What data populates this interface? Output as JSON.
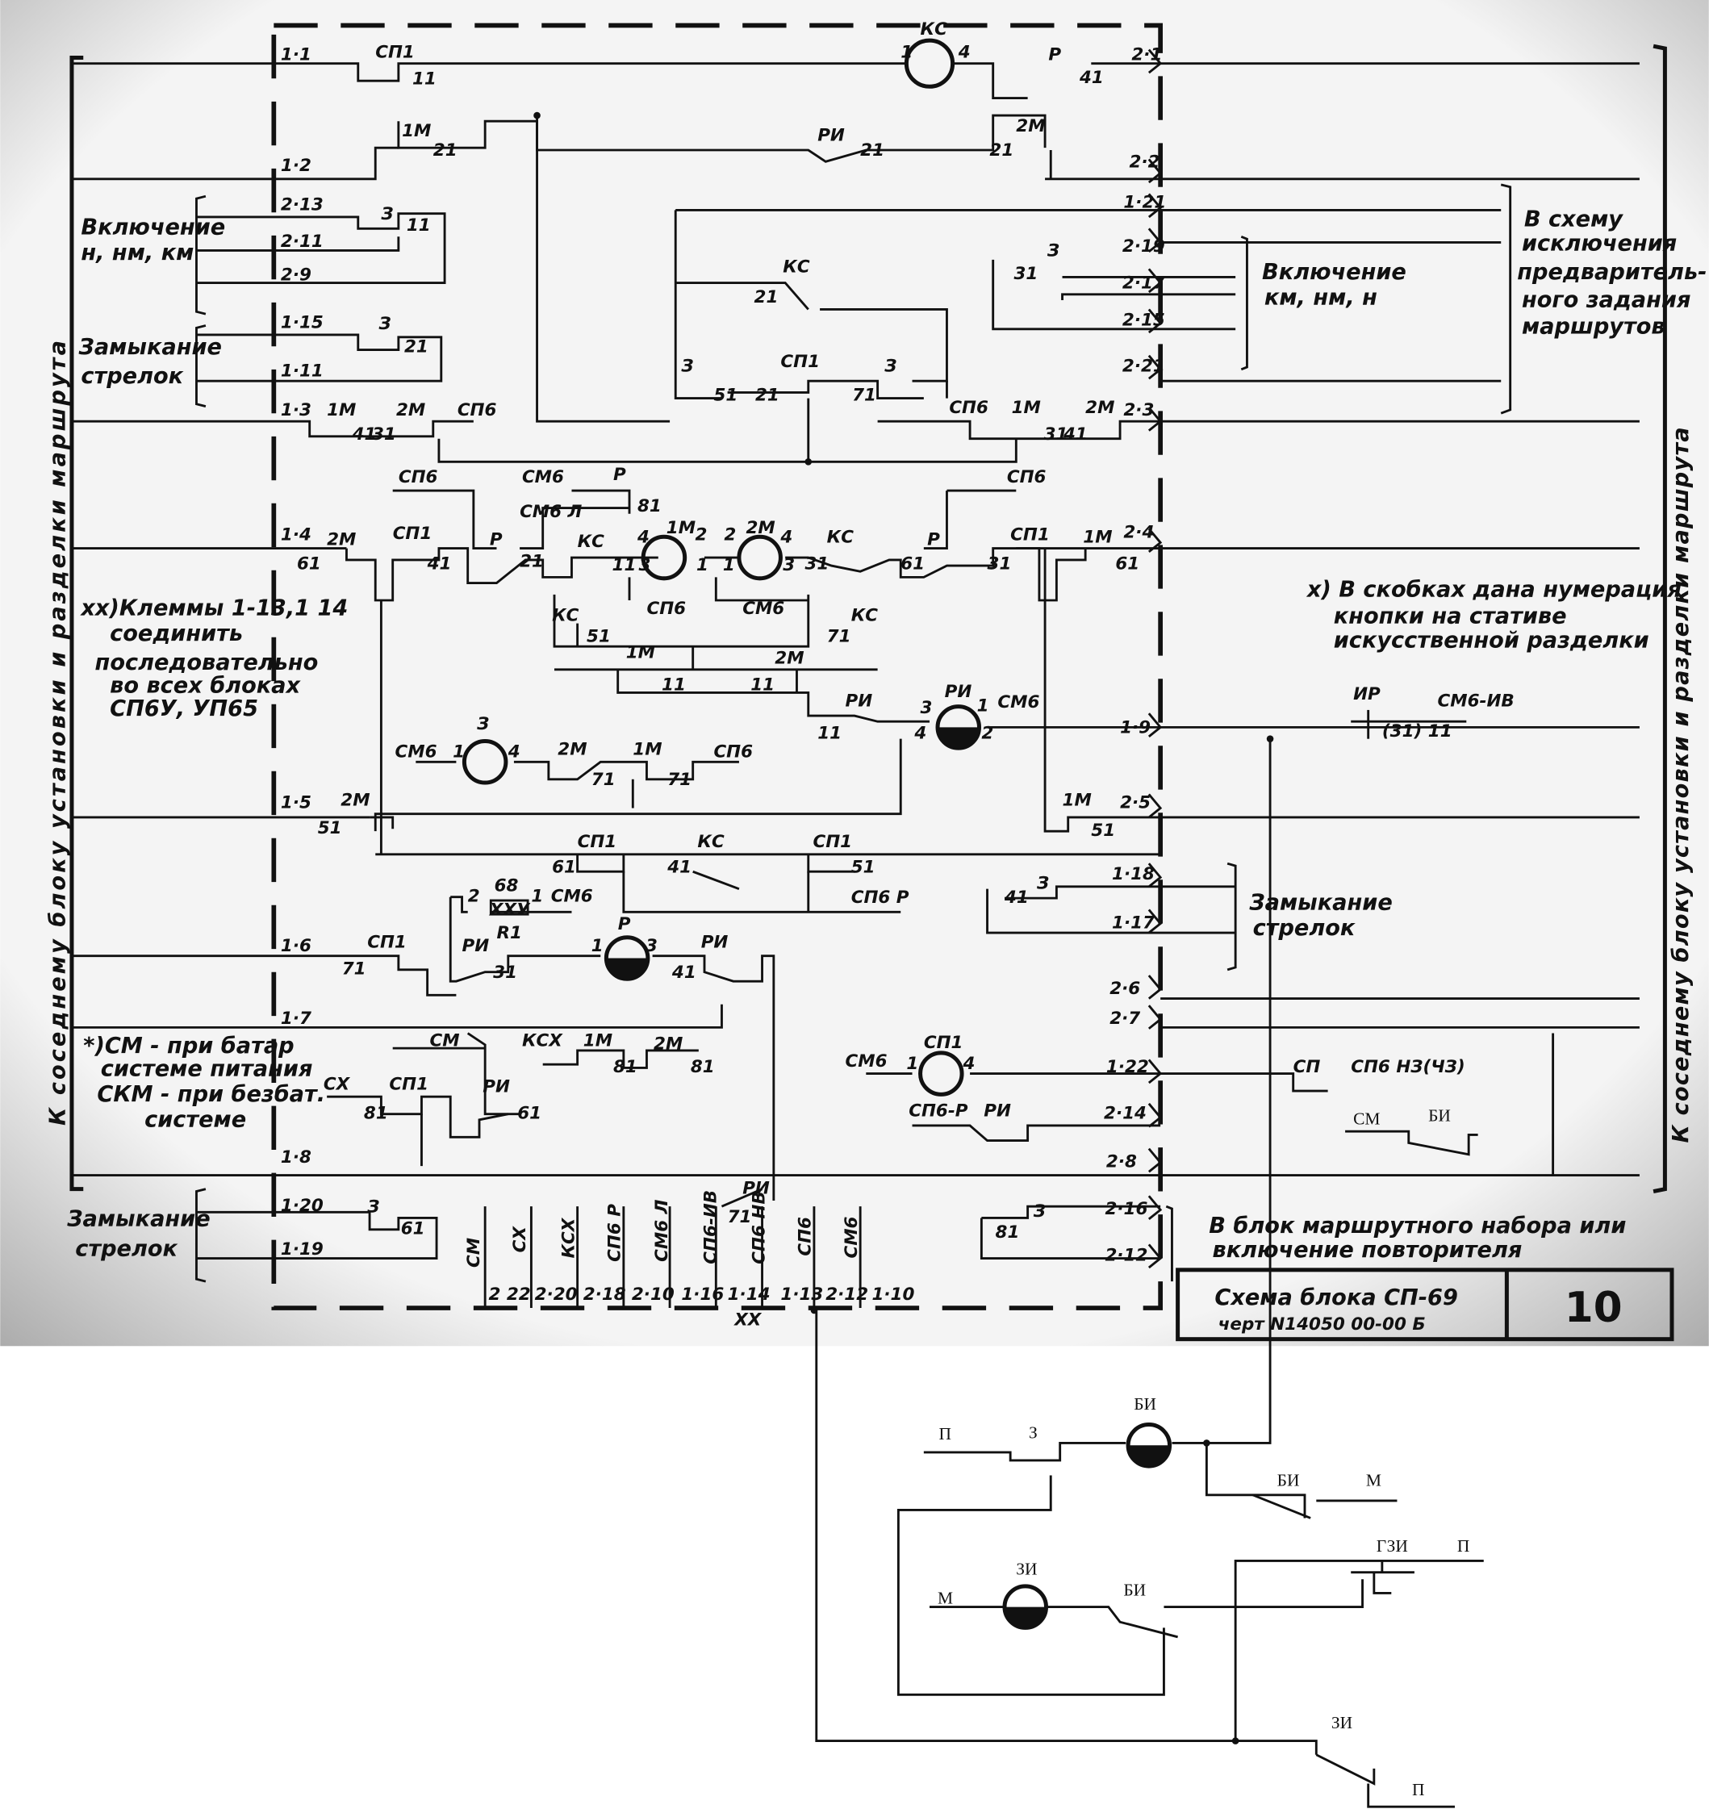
{
  "title_block": {
    "title": "Схема блока СП-69",
    "drawing_number": "черт N14050 00-00 Б",
    "sheet_number": "10"
  },
  "side_captions": {
    "left": "К соседнему блоку установки и разделки маршрута",
    "right": "К соседнему блоку установки и разделки маршрута"
  },
  "notes": {
    "clamps": [
      "xx)Клеммы 1-13,1 14",
      "соединить",
      "последовательно",
      "во всех блоках",
      "СП6У, УП65"
    ],
    "power": [
      "*)СМ - при батар",
      "системе питания",
      "СКМ - при безбат.",
      "системе"
    ],
    "brackets": [
      "х) В скобках дана нумерация",
      "кнопки на стативе",
      "искусственной разделки"
    ],
    "route_exclusion": [
      "В схему",
      "исключения",
      "предваритель-",
      "ного задания",
      "маршрутов"
    ],
    "enable_left": [
      "Включение",
      "н, нм, км"
    ],
    "enable_right": [
      "Включение",
      "км, нм, н"
    ],
    "lock_1": [
      "Замыкание",
      "стрелок"
    ],
    "lock_2": [
      "Замыкание",
      "стрелок"
    ],
    "lock_3": [
      "Замыкание",
      "стрелок"
    ],
    "route_block": [
      "В блок маршрутного набора или",
      "включение повторителя"
    ]
  },
  "labels": [
    "1·1",
    "СП1",
    "11",
    "КС",
    "1",
    "4",
    "Р",
    "41",
    "2·1",
    "1М",
    "21",
    "РИ",
    "21",
    "2М",
    "21",
    "1·2",
    "2·2",
    "1·21",
    "2·13",
    "З",
    "11",
    "2·11",
    "2·9",
    "КС",
    "21",
    "З",
    "31",
    "2·19",
    "2·17",
    "2·15",
    "2·21",
    "1·15",
    "З",
    "21",
    "1·11",
    "З",
    "51",
    "СП1",
    "21",
    "З",
    "71",
    "1·3",
    "1М",
    "2М",
    "СП6",
    "41",
    "31",
    "СП6",
    "1М",
    "2М",
    "2·3",
    "31",
    "41",
    "СП6",
    "СМ6",
    "Р",
    "СМ6 Л",
    "81",
    "СП6",
    "1М",
    "2",
    "2",
    "2М",
    "4",
    "4",
    "3",
    "1",
    "1",
    "3",
    "КС",
    "Р",
    "СП1",
    "1М",
    "2·4",
    "61",
    "31",
    "61",
    "31",
    "1·4",
    "2М",
    "61",
    "СП1",
    "41",
    "Р",
    "21",
    "КС",
    "11",
    "СП6",
    "СМ6",
    "КС",
    "51",
    "КС",
    "71",
    "1М",
    "2М",
    "11",
    "11",
    "РИ",
    "11",
    "3",
    "РИ",
    "1",
    "СМ6",
    "4",
    "2",
    "1·9",
    "ИР",
    "СМ6-ИВ",
    "(31) 11",
    "СМ6",
    "1",
    "З",
    "4",
    "2М",
    "1М",
    "СП6",
    "71",
    "71",
    "1·5",
    "2М",
    "51",
    "1М",
    "2·5",
    "51",
    "СП1",
    "КС",
    "СП1",
    "61",
    "41",
    "51",
    "СП6 Р",
    "2",
    "68",
    "1",
    "ХХУ",
    "СМ6",
    "R1",
    "З",
    "41",
    "1·18",
    "1·17",
    "1·6",
    "СП1",
    "71",
    "РИ",
    "31",
    "Р",
    "1",
    "3",
    "РИ",
    "41",
    "2·6",
    "1·7",
    "2·7",
    "СМ",
    "КСХ",
    "1М",
    "2М",
    "81",
    "81",
    "СХ",
    "СП1",
    "РИ",
    "81",
    "61",
    "СМ6",
    "1",
    "СП1",
    "4",
    "1·22",
    "СП",
    "СП6 НЗ(ЧЗ)",
    "СП6-Р",
    "РИ",
    "2·14",
    "1·8",
    "2·8",
    "1·20",
    "З",
    "61",
    "1·19",
    "РИ",
    "71",
    "2 22",
    "2·20",
    "2·18",
    "2·10",
    "1·16",
    "1·14",
    "1·13",
    "2·12",
    "1·10",
    "ХХ",
    "81",
    "З",
    "2·16",
    "2·12"
  ],
  "bus_labels": [
    "СМ",
    "СХ",
    "КСХ",
    "СП6 Р",
    "СМ6 Л",
    "СП6-ИВ",
    "СП6 НВ",
    "СП6",
    "СМ6"
  ],
  "addon_labels": [
    "СМ",
    "БИ",
    "П",
    "З",
    "БИ",
    "БИ",
    "М",
    "ГЗИ",
    "П",
    "ЗИ",
    "М",
    "БИ",
    "ЗИ",
    "П"
  ]
}
